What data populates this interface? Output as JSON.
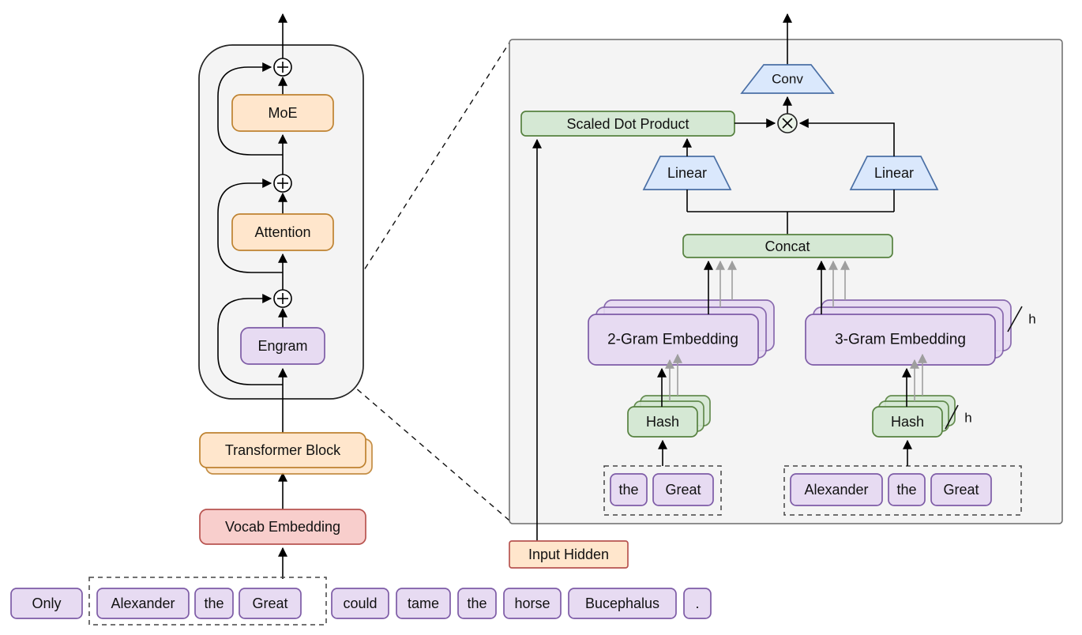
{
  "left": {
    "moe": "MoE",
    "attention": "Attention",
    "engram": "Engram",
    "transformer_block": "Transformer Block",
    "vocab_embedding": "Vocab Embedding"
  },
  "sentence": {
    "tokens": [
      "Only",
      "Alexander",
      "the",
      "Great",
      "could",
      "tame",
      "the",
      "horse",
      "Bucephalus",
      "."
    ]
  },
  "panel": {
    "conv": "Conv",
    "scaled_dot_product": "Scaled Dot Product",
    "linear_left": "Linear",
    "linear_right": "Linear",
    "concat": "Concat",
    "two_gram_embedding": "2-Gram Embedding",
    "three_gram_embedding": "3-Gram Embedding",
    "hash_left": "Hash",
    "hash_right": "Hash",
    "h_embedding": "h",
    "h_hash": "h",
    "bigram_tokens": [
      "the",
      "Great"
    ],
    "trigram_tokens": [
      "Alexander",
      "the",
      "Great"
    ],
    "input_hidden": "Input Hidden"
  },
  "colors": {
    "purple_fill": "#E7DBF2",
    "purple_stroke": "#7D5BA6",
    "orange_fill": "#FFE6CC",
    "orange_stroke": "#BE8230",
    "red_fill": "#F8CECC",
    "red_stroke": "#B85450",
    "green_fill": "#D5E8D4",
    "green_stroke": "#56813F",
    "blue_fill": "#DAE8FC",
    "blue_stroke": "#4A6FA5",
    "panel_fill": "#F4F4F4",
    "panel_stroke": "#6B6B6B",
    "arrow": "#000000",
    "arrow_muted": "#9E9E9E"
  }
}
